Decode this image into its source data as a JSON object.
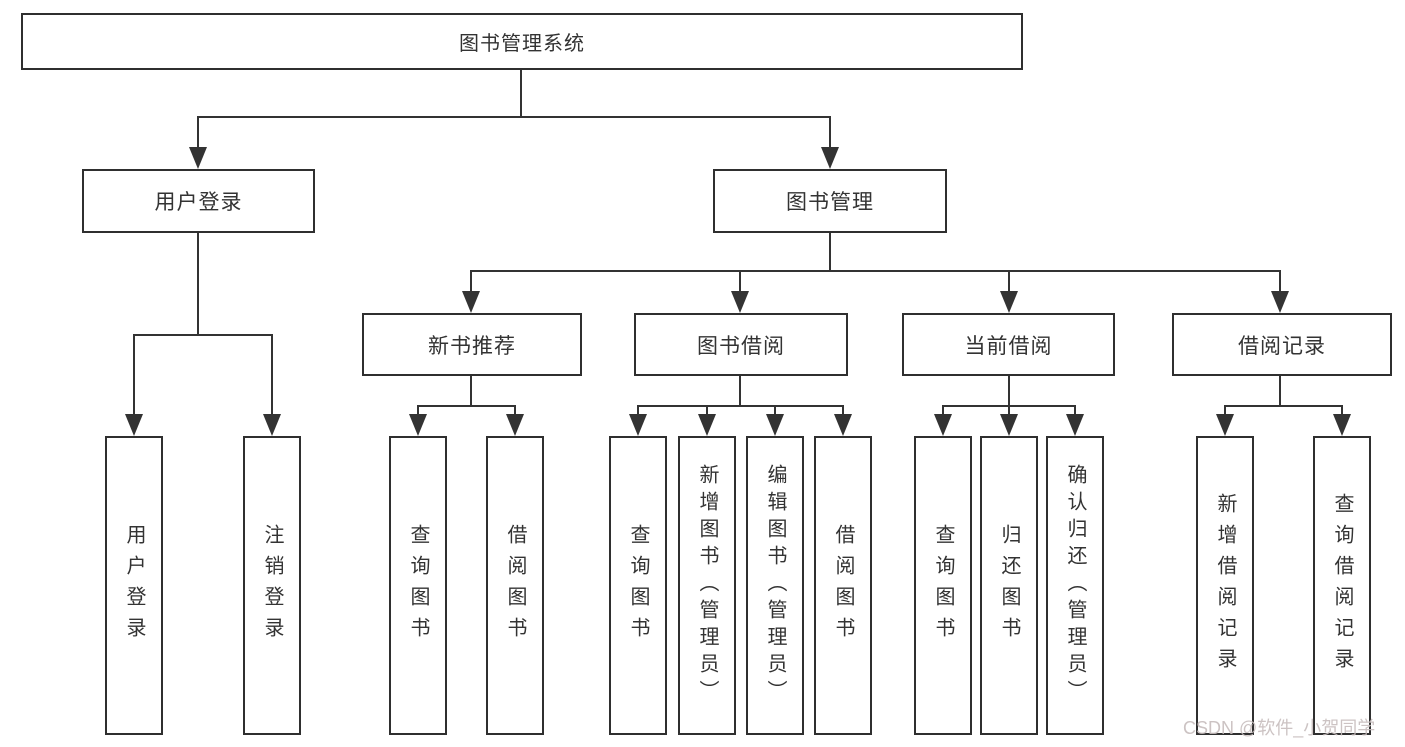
{
  "diagram": {
    "root": "图书管理系统",
    "level2": {
      "user_login": "用户登录",
      "book_mgmt": "图书管理"
    },
    "level3": {
      "new_books": "新书推荐",
      "book_borrow": "图书借阅",
      "current_borrow": "当前借阅",
      "borrow_records": "借阅记录"
    },
    "leaves": {
      "user_login": [
        "用户登录",
        "注销登录"
      ],
      "new_books": [
        "查询图书",
        "借阅图书"
      ],
      "book_borrow": [
        "查询图书",
        "新增图书（管理员）",
        "编辑图书（管理员）",
        "借阅图书"
      ],
      "current_borrow": [
        "查询图书",
        "归还图书",
        "确认归还（管理员）"
      ],
      "borrow_records": [
        "新增借阅记录",
        "查询借阅记录"
      ]
    }
  },
  "watermark": {
    "text": "CSDN @软件_小贺同学",
    "color": "#c6bcbc"
  },
  "colors": {
    "line": "#333333",
    "box_border": "#2f2f2f",
    "box_bg": "#ffffff",
    "text": "#333333",
    "page_bg": "#ffffff"
  }
}
